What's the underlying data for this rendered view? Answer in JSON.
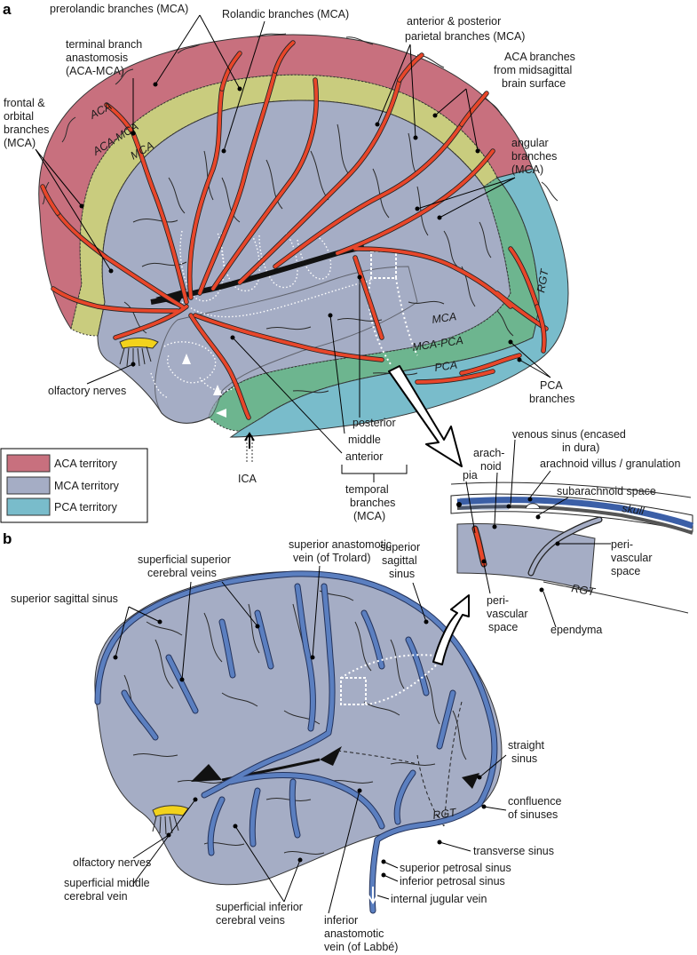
{
  "panels": {
    "a": "a",
    "b": "b"
  },
  "colors": {
    "aca": "#c8707e",
    "aca_mca": "#c9cc7e",
    "mca": "#a5adc5",
    "mca_pca": "#6db58f",
    "pca": "#79bccb",
    "artery": "#e8462a",
    "vein": "#5b7fc0",
    "nerve": "#f2d21c"
  },
  "legend": [
    {
      "label": "ACA territory",
      "color": "#c8707e"
    },
    {
      "label": "MCA territory",
      "color": "#a5adc5"
    },
    {
      "label": "PCA territory",
      "color": "#79bccb"
    }
  ],
  "panel_a": {
    "territory_labels": {
      "aca": "ACA",
      "aca_mca": "ACA-MCA",
      "mca": "MCA",
      "mca_post": "MCA",
      "mca_pca": "MCA-PCA",
      "pca": "PCA",
      "rgt": "RGT"
    },
    "labels": {
      "prerolandic": "prerolandic branches (MCA)",
      "rolandic": "Rolandic branches (MCA)",
      "ant_post_parietal_1": "anterior & posterior",
      "ant_post_parietal_2": "parietal branches (MCA)",
      "terminal_1": "terminal branch",
      "terminal_2": "anastomosis",
      "terminal_3": "(ACA-MCA)",
      "aca_branches_1": "ACA branches",
      "aca_branches_2": "from midsagittal",
      "aca_branches_3": "brain surface",
      "frontal_1": "frontal &",
      "frontal_2": "orbital",
      "frontal_3": "branches",
      "frontal_4": "(MCA)",
      "angular_1": "angular",
      "angular_2": "branches",
      "angular_3": "(MCA)",
      "olfactory": "olfactory nerves",
      "ica": "ICA",
      "posterior": "posterior",
      "middle": "middle",
      "anterior": "anterior",
      "temporal_1": "temporal",
      "temporal_2": "branches",
      "temporal_3": "(MCA)",
      "pca_branches_1": "PCA",
      "pca_branches_2": "branches"
    }
  },
  "inset": {
    "venous_sinus_1": "venous sinus (encased",
    "venous_sinus_2": "in dura)",
    "arachnoid_1": "arach-",
    "arachnoid_2": "noid",
    "villus": "arachnoid villus / granulation",
    "pia": "pia",
    "subarachnoid": "subarachnoid space",
    "skull": "skull",
    "perivascular_r_1": "peri-",
    "perivascular_r_2": "vascular",
    "perivascular_r_3": "space",
    "perivascular_l_1": "peri-",
    "perivascular_l_2": "vascular",
    "perivascular_l_3": "space",
    "rgt": "RGT",
    "ependyma": "ependyma"
  },
  "panel_b": {
    "labels": {
      "sup_sag_left": "superior sagittal sinus",
      "sup_cer_1": "superficial superior",
      "sup_cer_2": "cerebral veins",
      "trolard_1": "superior anastomotic",
      "trolard_2": "vein (of Trolard)",
      "sup_sag_r_1": "superior",
      "sup_sag_r_2": "sagittal",
      "sup_sag_r_3": "sinus",
      "straight_1": "straight",
      "straight_2": "sinus",
      "confluence_1": "confluence",
      "confluence_2": "of sinuses",
      "transverse": "transverse sinus",
      "sup_petrosal": "superior petrosal sinus",
      "inf_petrosal": "inferior petrosal sinus",
      "jugular": "internal jugular vein",
      "olfactory": "olfactory nerves",
      "middle_cer_1": "superficial middle",
      "middle_cer_2": "cerebral vein",
      "inf_cer_1": "superficial inferior",
      "inf_cer_2": "cerebral veins",
      "labbe_1": "inferior",
      "labbe_2": "anastomotic",
      "labbe_3": "vein (of Labbé)",
      "rgt": "RGT"
    }
  }
}
